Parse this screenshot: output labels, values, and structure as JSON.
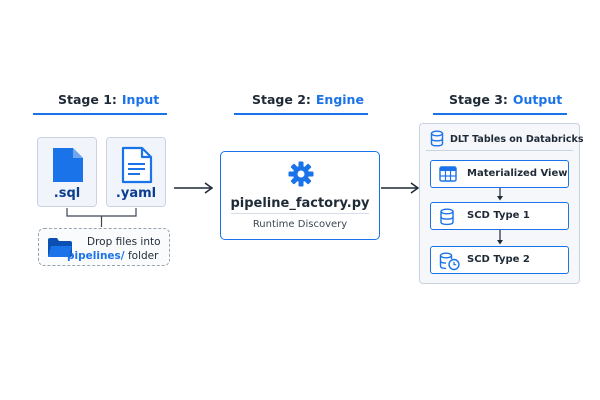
{
  "stages": [
    {
      "number": "Stage 1:",
      "name": "Input"
    },
    {
      "number": "Stage 2:",
      "name": "Engine"
    },
    {
      "number": "Stage 3:",
      "name": "Output"
    }
  ],
  "input": {
    "files": [
      ".sql",
      ".yaml"
    ],
    "drop_zone": {
      "line1": "Drop files into",
      "folder": "pipelines/",
      "folder_word": "folder"
    }
  },
  "engine": {
    "title": "pipeline_factory.py",
    "subtitle": "Runtime Discovery"
  },
  "output": {
    "panel_title": "DLT Tables on Databricks",
    "items": [
      "Materialized View",
      "SCD Type 1",
      "SCD Type 2"
    ]
  },
  "colors": {
    "accent": "#1a73e8",
    "text": "#1f2a37"
  }
}
